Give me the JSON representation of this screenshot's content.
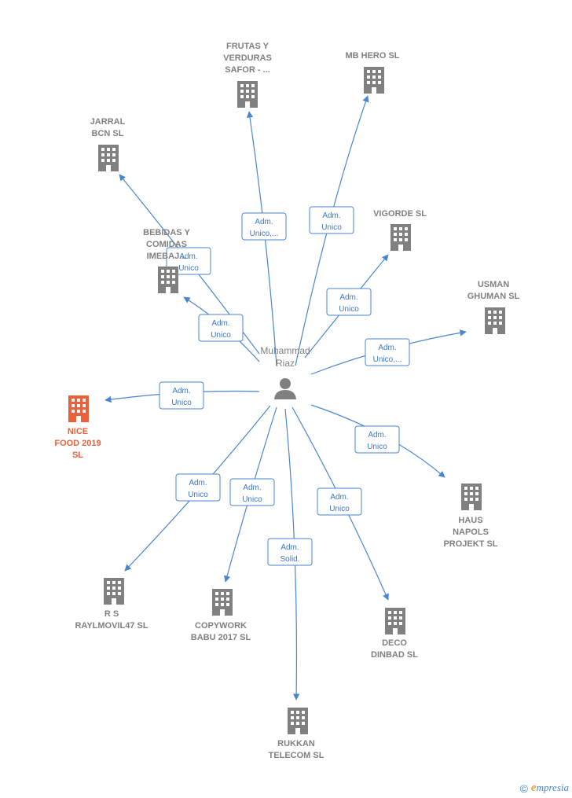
{
  "center": {
    "label_lines": [
      "Muhammad",
      "Riaz"
    ],
    "icon": "person-icon"
  },
  "colors": {
    "edge": "#4a86cf",
    "node": "#808080",
    "highlight": "#e8613a"
  },
  "nodes": [
    {
      "id": "frutas",
      "label_lines": [
        "FRUTAS Y",
        "VERDURAS",
        "SAFOR - ..."
      ],
      "edge_label_lines": [
        "Adm.",
        "Unico,..."
      ],
      "icon": "building-icon"
    },
    {
      "id": "mbhero",
      "label_lines": [
        "MB HERO  SL"
      ],
      "edge_label_lines": [
        "Adm.",
        "Unico"
      ],
      "icon": "building-icon"
    },
    {
      "id": "jarral",
      "label_lines": [
        "JARRAL",
        "BCN  SL"
      ],
      "edge_label_lines": [
        "Adm.",
        "Unico"
      ],
      "icon": "building-icon"
    },
    {
      "id": "vigorde",
      "label_lines": [
        "VIGORDE  SL"
      ],
      "edge_label_lines": [
        "Adm.",
        "Unico"
      ],
      "icon": "building-icon"
    },
    {
      "id": "bebidas",
      "label_lines": [
        "BEBIDAS Y",
        "COMIDAS",
        "IMEBAJ..."
      ],
      "edge_label_lines": [
        "Adm.",
        "Unico"
      ],
      "icon": "building-icon"
    },
    {
      "id": "usman",
      "label_lines": [
        "USMAN",
        "GHUMAN  SL"
      ],
      "edge_label_lines": [
        "Adm.",
        "Unico,..."
      ],
      "icon": "building-icon"
    },
    {
      "id": "nicefood",
      "label_lines": [
        "NICE",
        "FOOD 2019",
        "SL"
      ],
      "edge_label_lines": [
        "Adm.",
        "Unico"
      ],
      "icon": "building-icon",
      "highlight": true
    },
    {
      "id": "haus",
      "label_lines": [
        "HAUS",
        "NAPOLS",
        "PROJEKT  SL"
      ],
      "edge_label_lines": [
        "Adm.",
        "Unico"
      ],
      "icon": "building-icon"
    },
    {
      "id": "raylmovil",
      "label_lines": [
        "R S",
        "RAYLMOVIL47 SL"
      ],
      "edge_label_lines": [
        "Adm.",
        "Unico"
      ],
      "icon": "building-icon"
    },
    {
      "id": "copywork",
      "label_lines": [
        "COPYWORK",
        "BABU 2017  SL"
      ],
      "edge_label_lines": [
        "Adm.",
        "Unico"
      ],
      "icon": "building-icon"
    },
    {
      "id": "deco",
      "label_lines": [
        "DECO",
        "DINBAD  SL"
      ],
      "edge_label_lines": [
        "Adm.",
        "Unico"
      ],
      "icon": "building-icon"
    },
    {
      "id": "rukkan",
      "label_lines": [
        "RUKKAN",
        "TELECOM SL"
      ],
      "edge_label_lines": [
        "Adm.",
        "Solid."
      ],
      "icon": "building-icon"
    }
  ],
  "footer": {
    "copyright_symbol": "©",
    "brand_initial": "e",
    "brand_rest": "mpresia"
  }
}
